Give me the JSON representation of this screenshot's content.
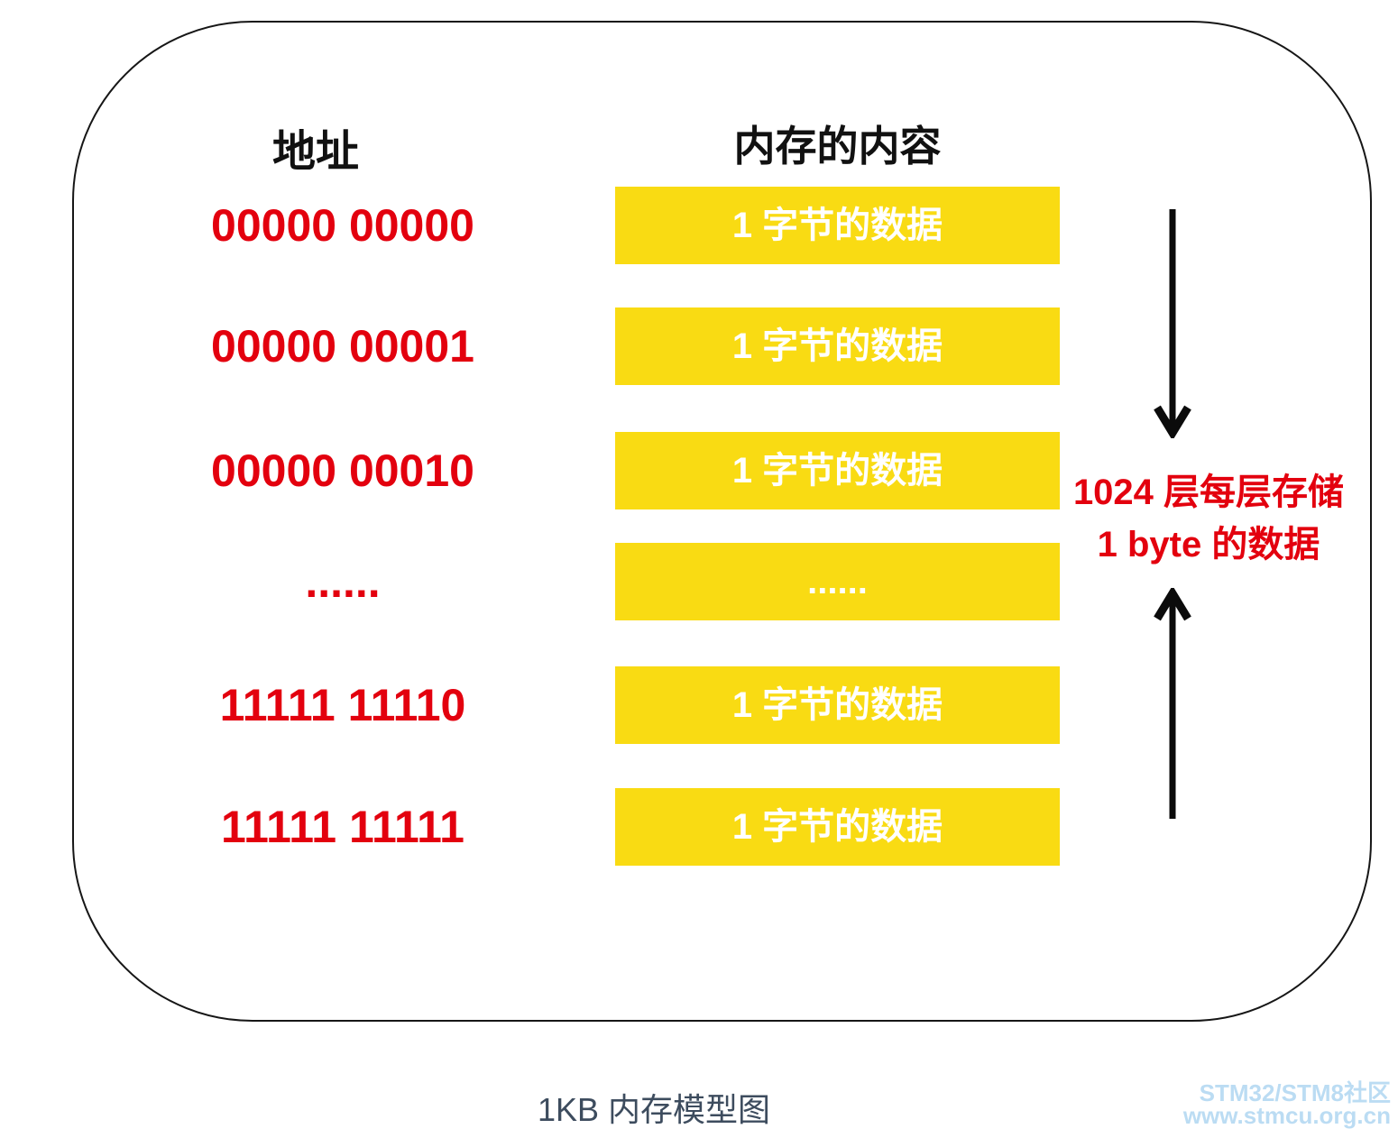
{
  "diagram": {
    "address_header": "地址",
    "content_header": "内存的内容",
    "rows": [
      {
        "address": "00000 00000",
        "content": "1 字节的数据"
      },
      {
        "address": "00000 00001",
        "content": "1 字节的数据"
      },
      {
        "address": "00000 00010",
        "content": "1 字节的数据"
      },
      {
        "address": "......",
        "content": "......"
      },
      {
        "address": "11111 11110",
        "content": "1 字节的数据"
      },
      {
        "address": "11111 11111",
        "content": "1 字节的数据"
      }
    ],
    "annotation": {
      "line1": "1024 层每层存储",
      "line2": "1 byte 的数据"
    },
    "caption": "1KB 内存模型图",
    "watermark": {
      "line1": "STM32/STM8社区",
      "line2": "www.stmcu.org.cn"
    },
    "colors": {
      "box_yellow": "#F9DB13",
      "address_red": "#E3000E",
      "annotation_red": "#E3000E",
      "caption_gray": "#3D4C5E",
      "watermark_blue": "#BBDCF3",
      "frame_border": "#161616"
    }
  }
}
